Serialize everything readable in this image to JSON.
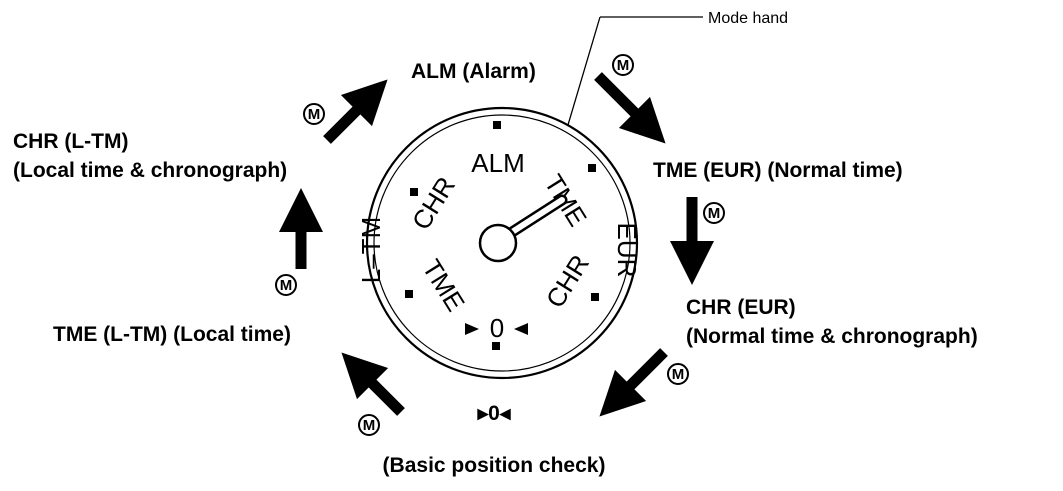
{
  "callout": {
    "mode_hand": "Mode hand"
  },
  "modes": {
    "alm": "ALM (Alarm)",
    "tme_eur": "TME (EUR) (Normal time)",
    "chr_eur_1": "CHR (EUR)",
    "chr_eur_2": "(Normal time & chronograph)",
    "basic_symbol": "▸0◂",
    "basic_check": "(Basic position check)",
    "tme_ltm": "TME (L-TM) (Local time)",
    "chr_ltm_1": "CHR (L-TM)",
    "chr_ltm_2": "(Local time & chronograph)"
  },
  "mode_button": "M",
  "dial": {
    "alm": "ALM",
    "tme_right": "TME",
    "chr_right": "CHR",
    "zero": "0",
    "tme_left": "TME",
    "chr_left": "CHR",
    "eur": "EUR",
    "ltm": "L–TM"
  }
}
